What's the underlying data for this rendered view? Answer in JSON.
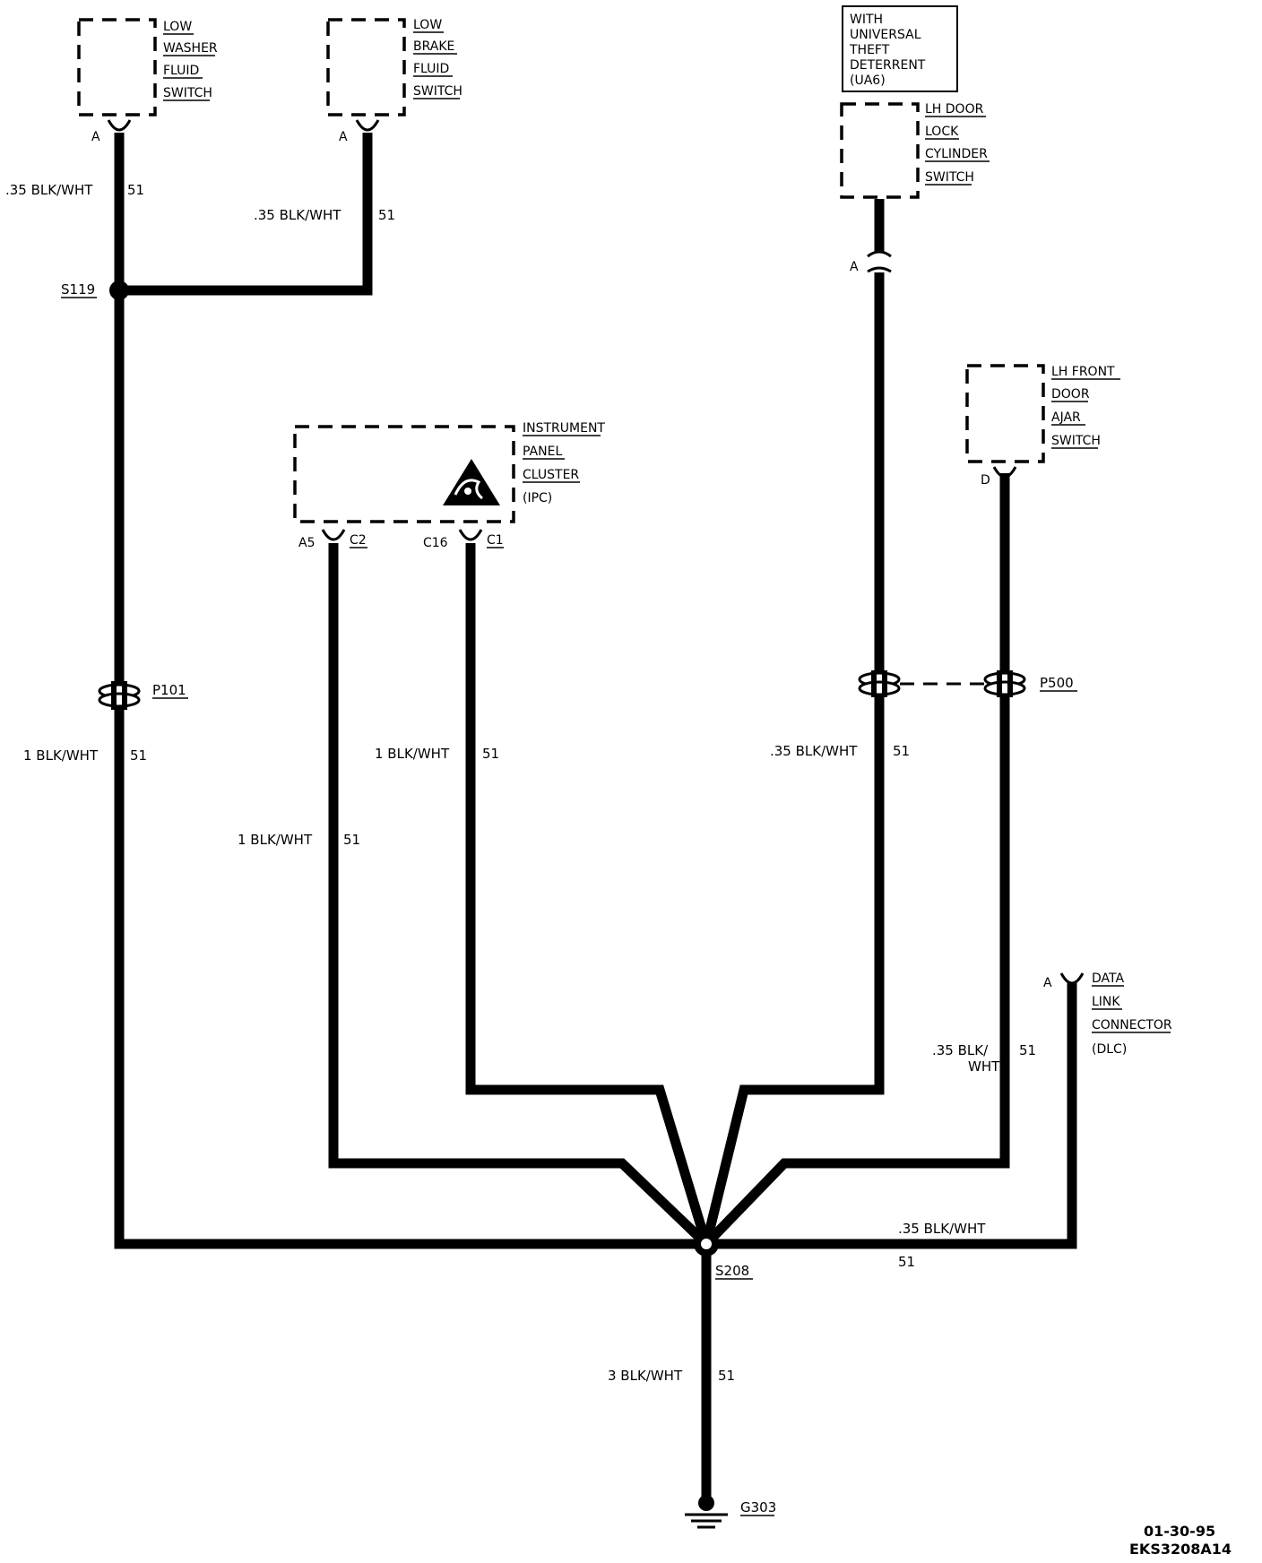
{
  "components": {
    "low_washer": [
      "LOW",
      "WASHER",
      "FLUID",
      "SWITCH"
    ],
    "low_brake": [
      "LOW",
      "BRAKE",
      "FLUID",
      "SWITCH"
    ],
    "theft_note": [
      "WITH",
      "UNIVERSAL",
      "THEFT",
      "DETERRENT",
      "(UA6)"
    ],
    "lh_door_lock": [
      "LH DOOR",
      "LOCK",
      "CYLINDER",
      "SWITCH"
    ],
    "lh_front_door": [
      "LH FRONT",
      "DOOR",
      "AJAR",
      "SWITCH"
    ],
    "ipc": [
      "INSTRUMENT",
      "PANEL",
      "CLUSTER",
      "(IPC)"
    ],
    "dlc": [
      "DATA",
      "LINK",
      "CONNECTOR",
      "(DLC)"
    ]
  },
  "pins": {
    "washer_a": "A",
    "brake_a": "A",
    "door_lock_a": "A",
    "door_ajar_d": "D",
    "ipc_a5": "A5",
    "ipc_c2": "C2",
    "ipc_c16": "C16",
    "ipc_c1": "C1",
    "dlc_a": "A"
  },
  "wires": {
    "washer_gauge": ".35 BLK/WHT",
    "washer_circuit": "51",
    "brake_gauge": ".35 BLK/WHT",
    "brake_circuit": "51",
    "left_main_gauge": "1 BLK/WHT",
    "left_main_circuit": "51",
    "ipc_a5_gauge": "1 BLK/WHT",
    "ipc_a5_circuit": "51",
    "ipc_c16_gauge": "1 BLK/WHT",
    "ipc_c16_circuit": "51",
    "door_lock_gauge": ".35 BLK/WHT",
    "door_lock_circuit": "51",
    "door_ajar_gauge_1": ".35 BLK/",
    "door_ajar_gauge_2": "WHT",
    "door_ajar_circuit": "51",
    "dlc_gauge": ".35 BLK/WHT",
    "dlc_circuit": "51",
    "ground_gauge": "3 BLK/WHT",
    "ground_circuit": "51"
  },
  "references": {
    "splice_s119": "S119",
    "splice_s208": "S208",
    "connector_p101": "P101",
    "connector_p500": "P500",
    "ground_g303": "G303"
  },
  "footer": {
    "date": "01-30-95",
    "code": "EKS3208A14"
  }
}
